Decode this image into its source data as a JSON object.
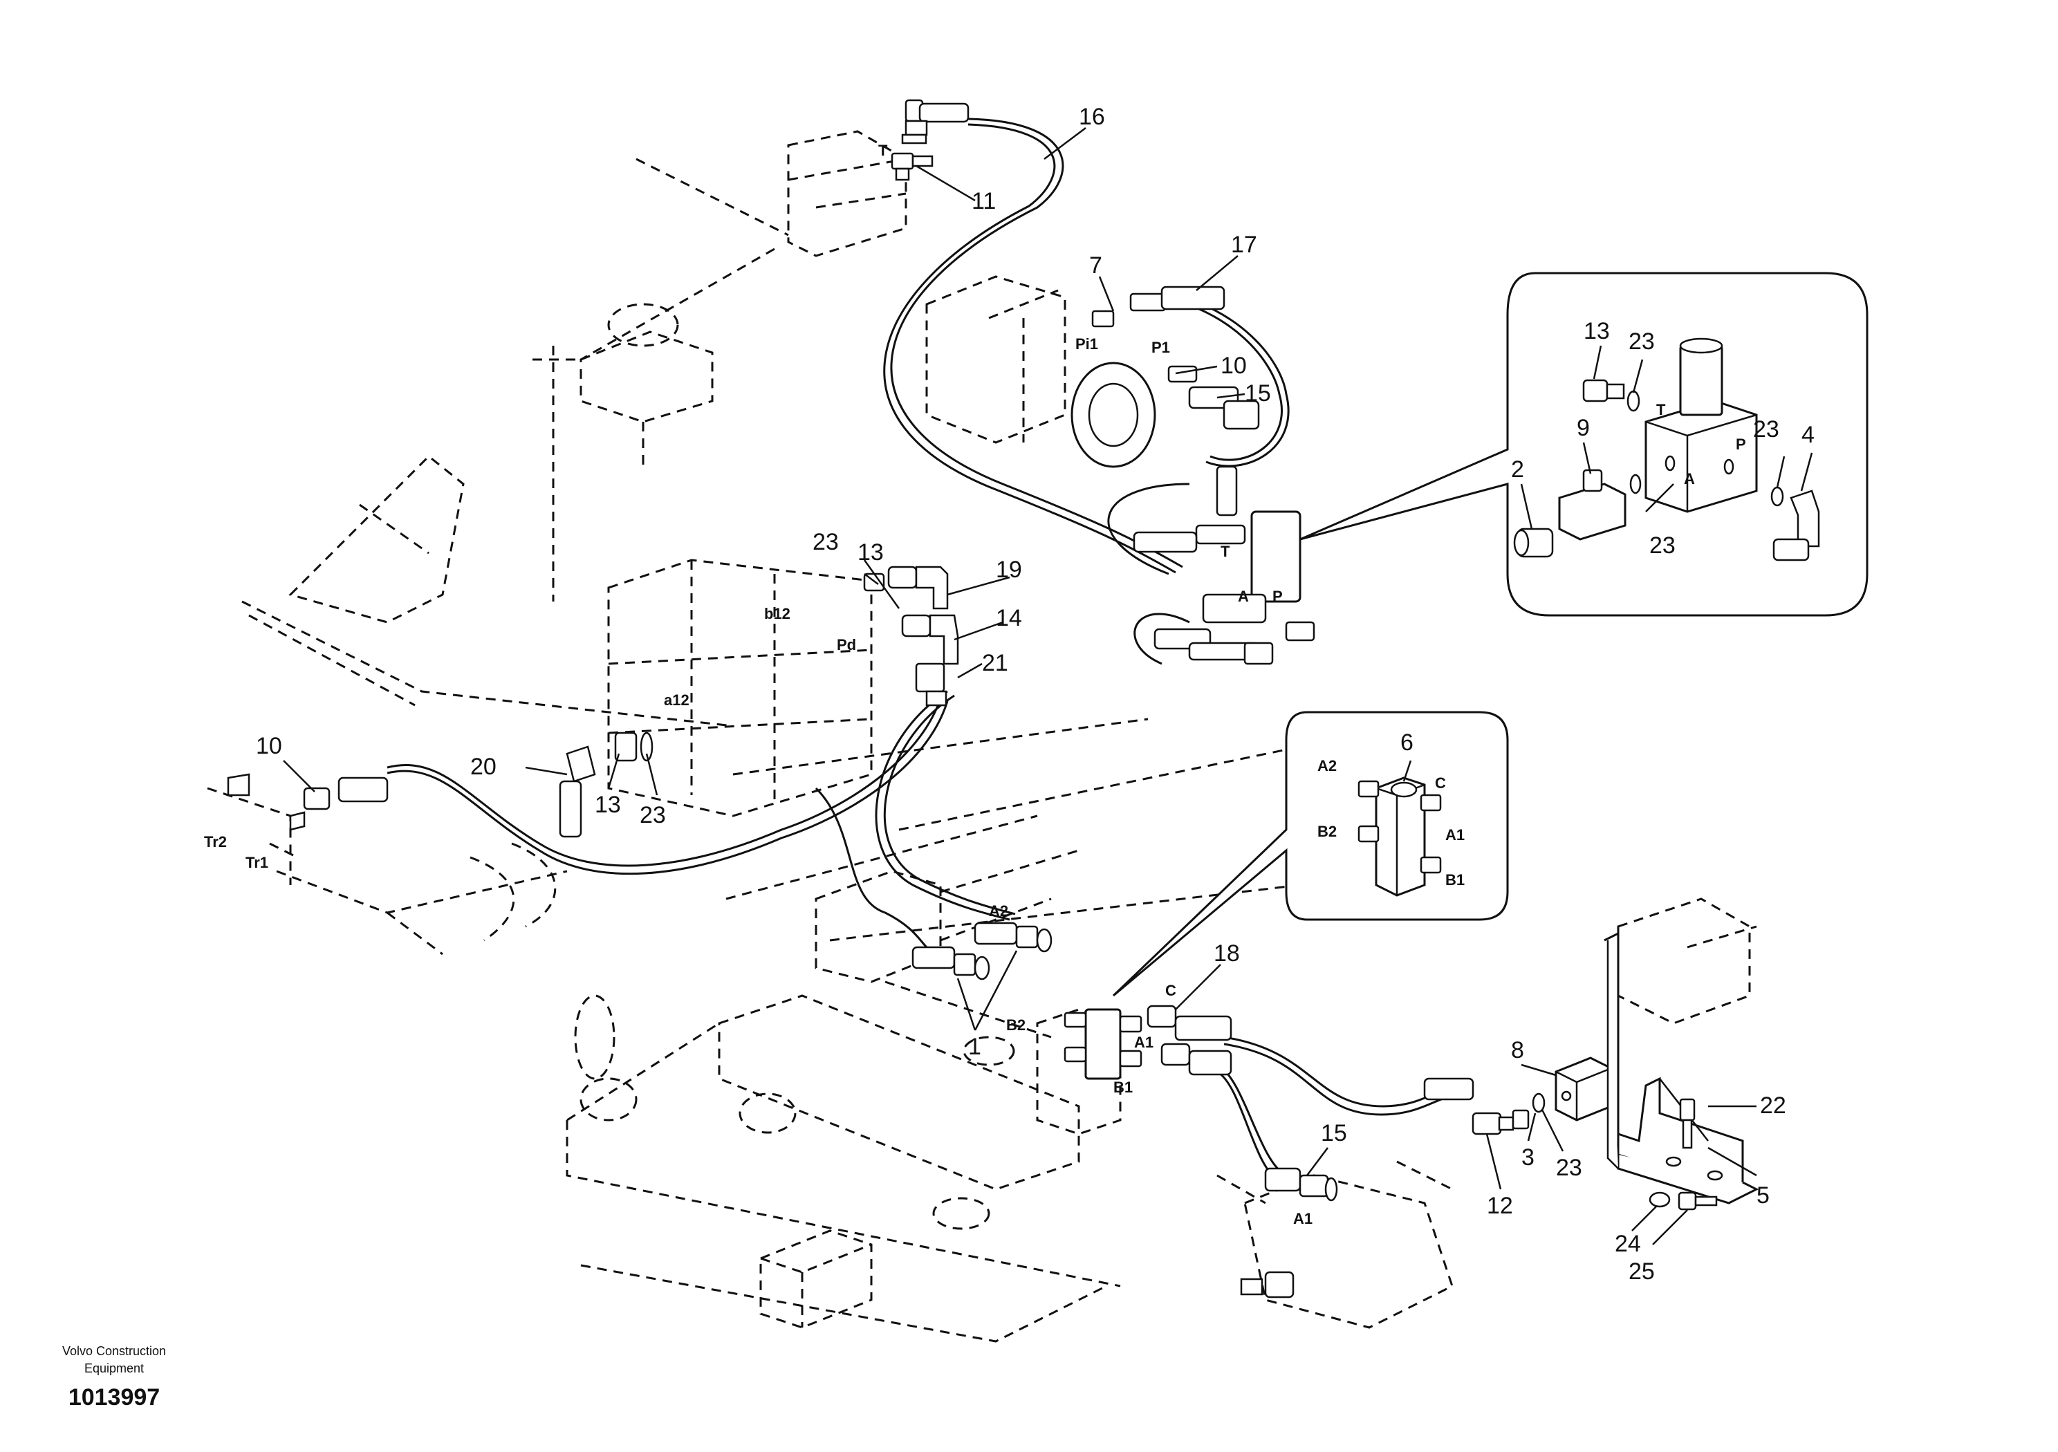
{
  "footer": {
    "company_line1": "Volvo Construction",
    "company_line2": "Equipment",
    "figure_number": "1013997"
  },
  "part_numbers": {
    "p1": "1",
    "p2": "2",
    "p3": "3",
    "p4": "4",
    "p5": "5",
    "p6": "6",
    "p7": "7",
    "p8": "8",
    "p9": "9",
    "p10a": "10",
    "p10b": "10",
    "p11": "11",
    "p12": "12",
    "p13a": "13",
    "p13b": "13",
    "p13c": "13",
    "p14": "14",
    "p15a": "15",
    "p15b": "15",
    "p16": "16",
    "p17": "17",
    "p18": "18",
    "p19": "19",
    "p20": "20",
    "p21": "21",
    "p22": "22",
    "p23a": "23",
    "p23b": "23",
    "p23c": "23",
    "p23d": "23",
    "p23e": "23",
    "p23f": "23",
    "p24": "24",
    "p25": "25"
  },
  "port_labels": {
    "pi1": "Pi1",
    "p1": "P1",
    "t_top": "T",
    "t_pump": "T",
    "a_pump": "A",
    "p_pump": "P",
    "b12": "b12",
    "a12": "a12",
    "pd": "Pd",
    "tr2": "Tr2",
    "tr1": "Tr1",
    "a2_hose": "A2",
    "b2_block": "B2",
    "a1_block": "A1",
    "b1_block": "B1",
    "c_hose": "C",
    "a1_lower": "A1",
    "detail_t": "T",
    "detail_a": "A",
    "detail_p": "P",
    "detail2_a2": "A2",
    "detail2_c": "C",
    "detail2_b2": "B2",
    "detail2_a1": "A1",
    "detail2_b1": "B1"
  }
}
